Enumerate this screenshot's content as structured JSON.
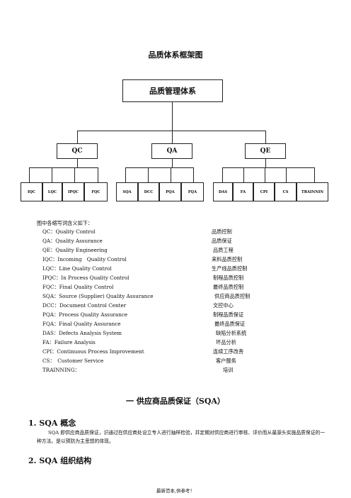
{
  "page_title": "品质体系框架图",
  "org_chart": {
    "root": "品质管理体系",
    "groups": [
      {
        "label": "QC",
        "children": [
          "IQC",
          "LQC",
          "IPQC",
          "FQC"
        ]
      },
      {
        "label": "QA",
        "children": [
          "SQA",
          "DCC",
          "PQA",
          "FQA"
        ]
      },
      {
        "label": "QE",
        "children": [
          "DAS",
          "FA",
          "CPI",
          "CS",
          "TRAINNIN"
        ]
      }
    ]
  },
  "legend": {
    "intro": "图中各缩写词含义如下：",
    "items": [
      {
        "term": "QC：Quality Control",
        "meaning": "品质控制"
      },
      {
        "term": "QA：Quality Assurance",
        "meaning": "品质保证"
      },
      {
        "term": "QE：Quality Engineering",
        "meaning": "品质工程"
      },
      {
        "term": "IQC：Incoming　Quality Control",
        "meaning": "来料品质控制"
      },
      {
        "term": "LQC：Line Quality Control",
        "meaning": "生产线品质控制"
      },
      {
        "term": "IPQC：In Process Quality Control",
        "meaning": "制程品质控制"
      },
      {
        "term": "FQC：Final Quality Control",
        "meaning": "最终品质控制"
      },
      {
        "term": "SQA：Source (Supplier) Quality Assurance",
        "meaning": "供应商品质控制"
      },
      {
        "term": "DCC：Document Control Center",
        "meaning": "文控中心"
      },
      {
        "term": "PQA：Process Quality Assurance",
        "meaning": "制程品质保证"
      },
      {
        "term": "FQA：Final Quality Assurance",
        "meaning": "最终品质保证"
      },
      {
        "term": "DAS：Defects Analysis System",
        "meaning": "缺陷分析系统"
      },
      {
        "term": "FA：Failure Analysis",
        "meaning": "坏品分析"
      },
      {
        "term": "CPI：Continuous Process Improvement",
        "meaning": "连续工序改善"
      },
      {
        "term": "CS：　Customer Service",
        "meaning": "客户服务"
      },
      {
        "term": "TRAINNING：",
        "meaning": "培训"
      }
    ]
  },
  "section": {
    "title": "一  供应商品质保证（SQA）",
    "sub1_title": "1. SQA 概念",
    "sub1_text": "SQA 即供应商品质保证，识通过在供应商处设立专人进行抽样检验，并定期对供应商进行审核、评价而从最源头实施品质保证的一种方法。是以预防为主思想的体现。",
    "sub2_title": "2. SQA 组织结构"
  },
  "footer": "最新范本,供参考！"
}
